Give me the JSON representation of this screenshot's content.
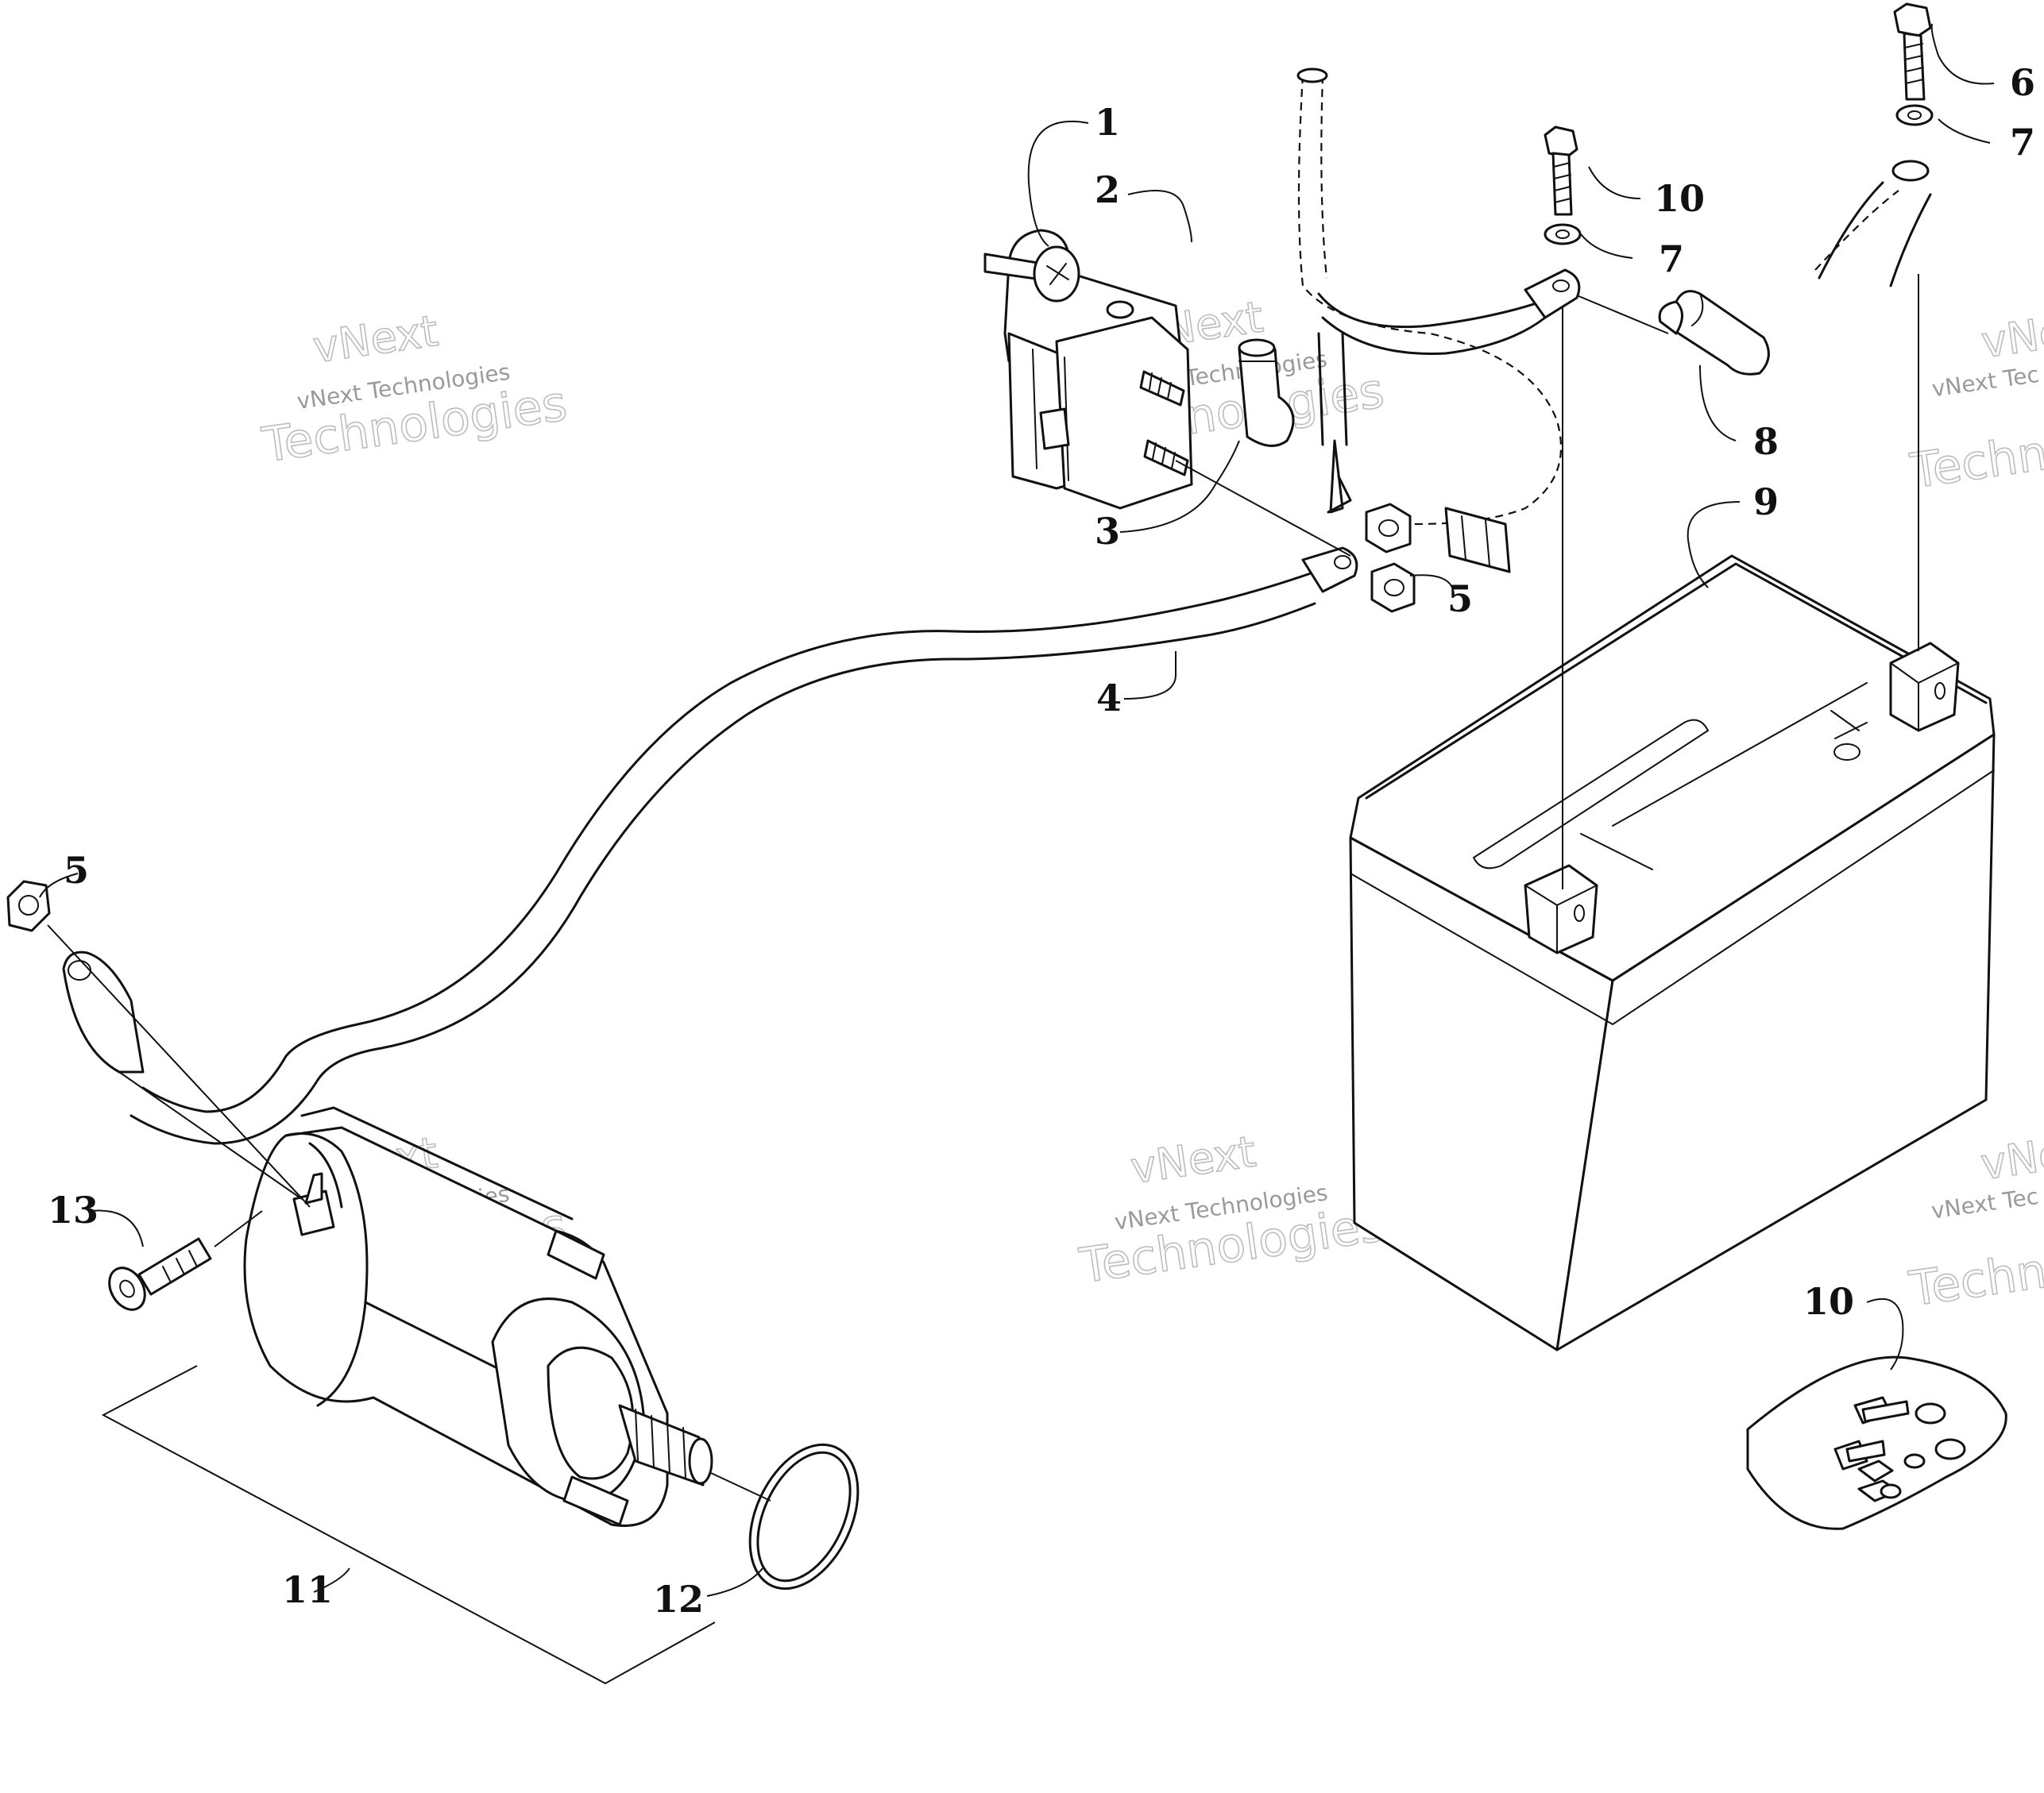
{
  "diagram": {
    "callouts": [
      {
        "id": "c1",
        "label": "1"
      },
      {
        "id": "c2",
        "label": "2"
      },
      {
        "id": "c3",
        "label": "3"
      },
      {
        "id": "c4",
        "label": "4"
      },
      {
        "id": "c5a",
        "label": "5"
      },
      {
        "id": "c5b",
        "label": "5"
      },
      {
        "id": "c6",
        "label": "6"
      },
      {
        "id": "c7a",
        "label": "7"
      },
      {
        "id": "c7b",
        "label": "7"
      },
      {
        "id": "c8",
        "label": "8"
      },
      {
        "id": "c9",
        "label": "9"
      },
      {
        "id": "c10a",
        "label": "10"
      },
      {
        "id": "c10b",
        "label": "10"
      },
      {
        "id": "c11",
        "label": "11"
      },
      {
        "id": "c12",
        "label": "12"
      },
      {
        "id": "c13",
        "label": "13"
      }
    ],
    "watermark": {
      "line1": "vNext Technologies",
      "outline1": "vNext",
      "outline2": "Technologies",
      "partial": "vNext Tec",
      "partial_outline1": "vNext",
      "partial_outline2": "Techno"
    }
  }
}
